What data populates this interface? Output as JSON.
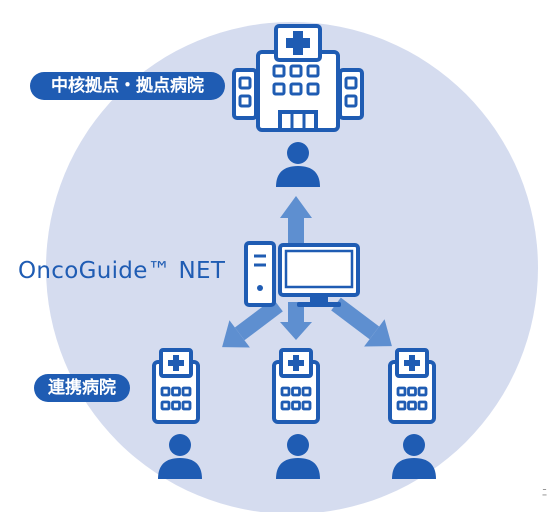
{
  "colors": {
    "circle": "#d5dcef",
    "primary": "#1f5cb3",
    "arrow": "#5e8fd0",
    "white": "#ffffff"
  },
  "labels": {
    "core_hospitals": "中核拠点・拠点病院",
    "partner_hospitals": "連携病院",
    "platform": "OncoGuide™ NET",
    "corner_mark": "ﾆ"
  },
  "icons": {
    "hospital": "hospital-building-icon",
    "person": "person-icon",
    "computer": "desktop-computer-icon"
  }
}
